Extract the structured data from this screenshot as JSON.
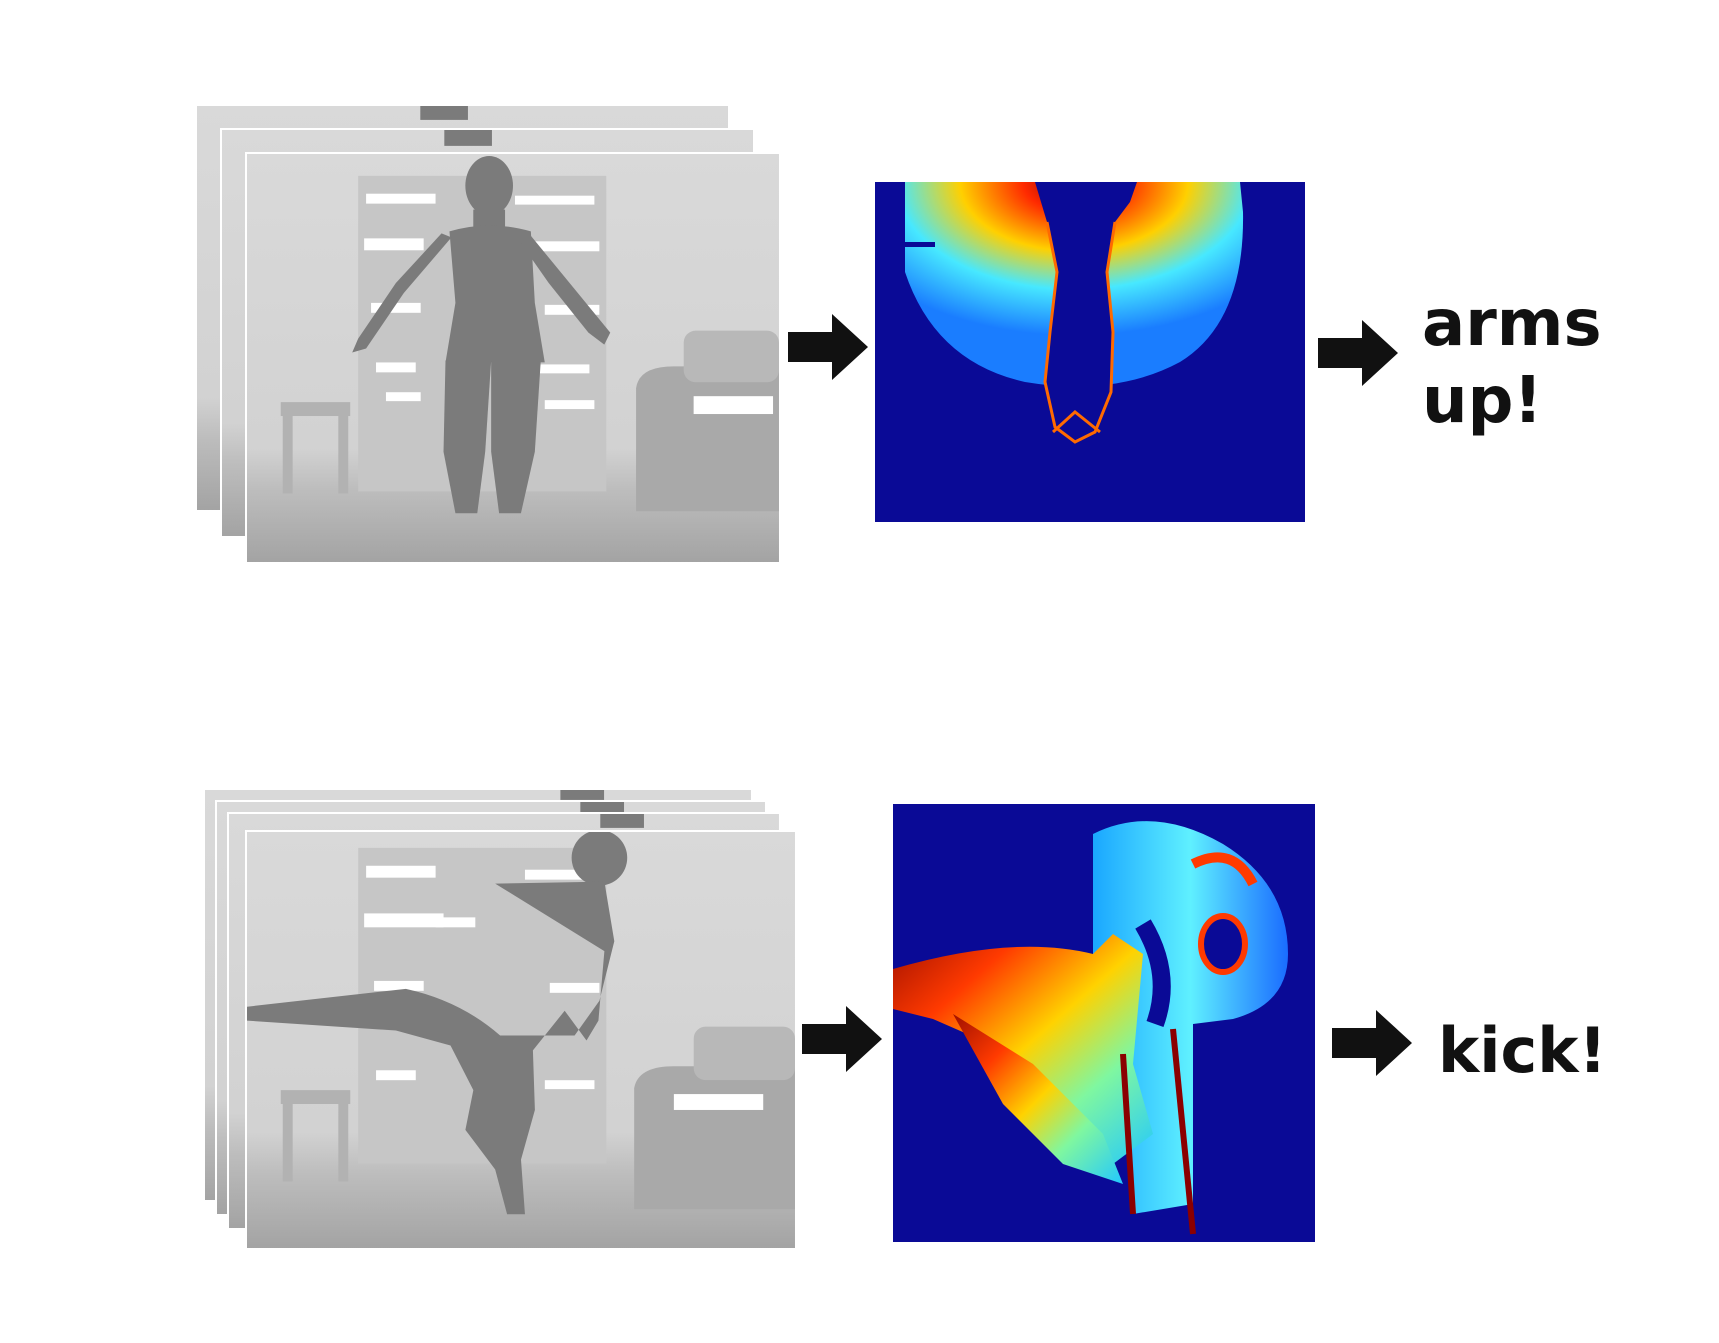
{
  "colors": {
    "frame_light": "#d7d7d7",
    "frame_mid": "#c2c2c2",
    "frame_dark": "#9a9a9a",
    "silhouette": "#7b7b7b",
    "furniture": "#b4b4b4",
    "speckle": "#ffffff",
    "flow_background": "#0a0a96",
    "arrow": "#111111",
    "text": "#111111"
  },
  "rows": [
    {
      "action_label": "arms\nup!",
      "stack_frame_count": 3
    },
    {
      "action_label": "kick!",
      "stack_frame_count": 4
    }
  ]
}
